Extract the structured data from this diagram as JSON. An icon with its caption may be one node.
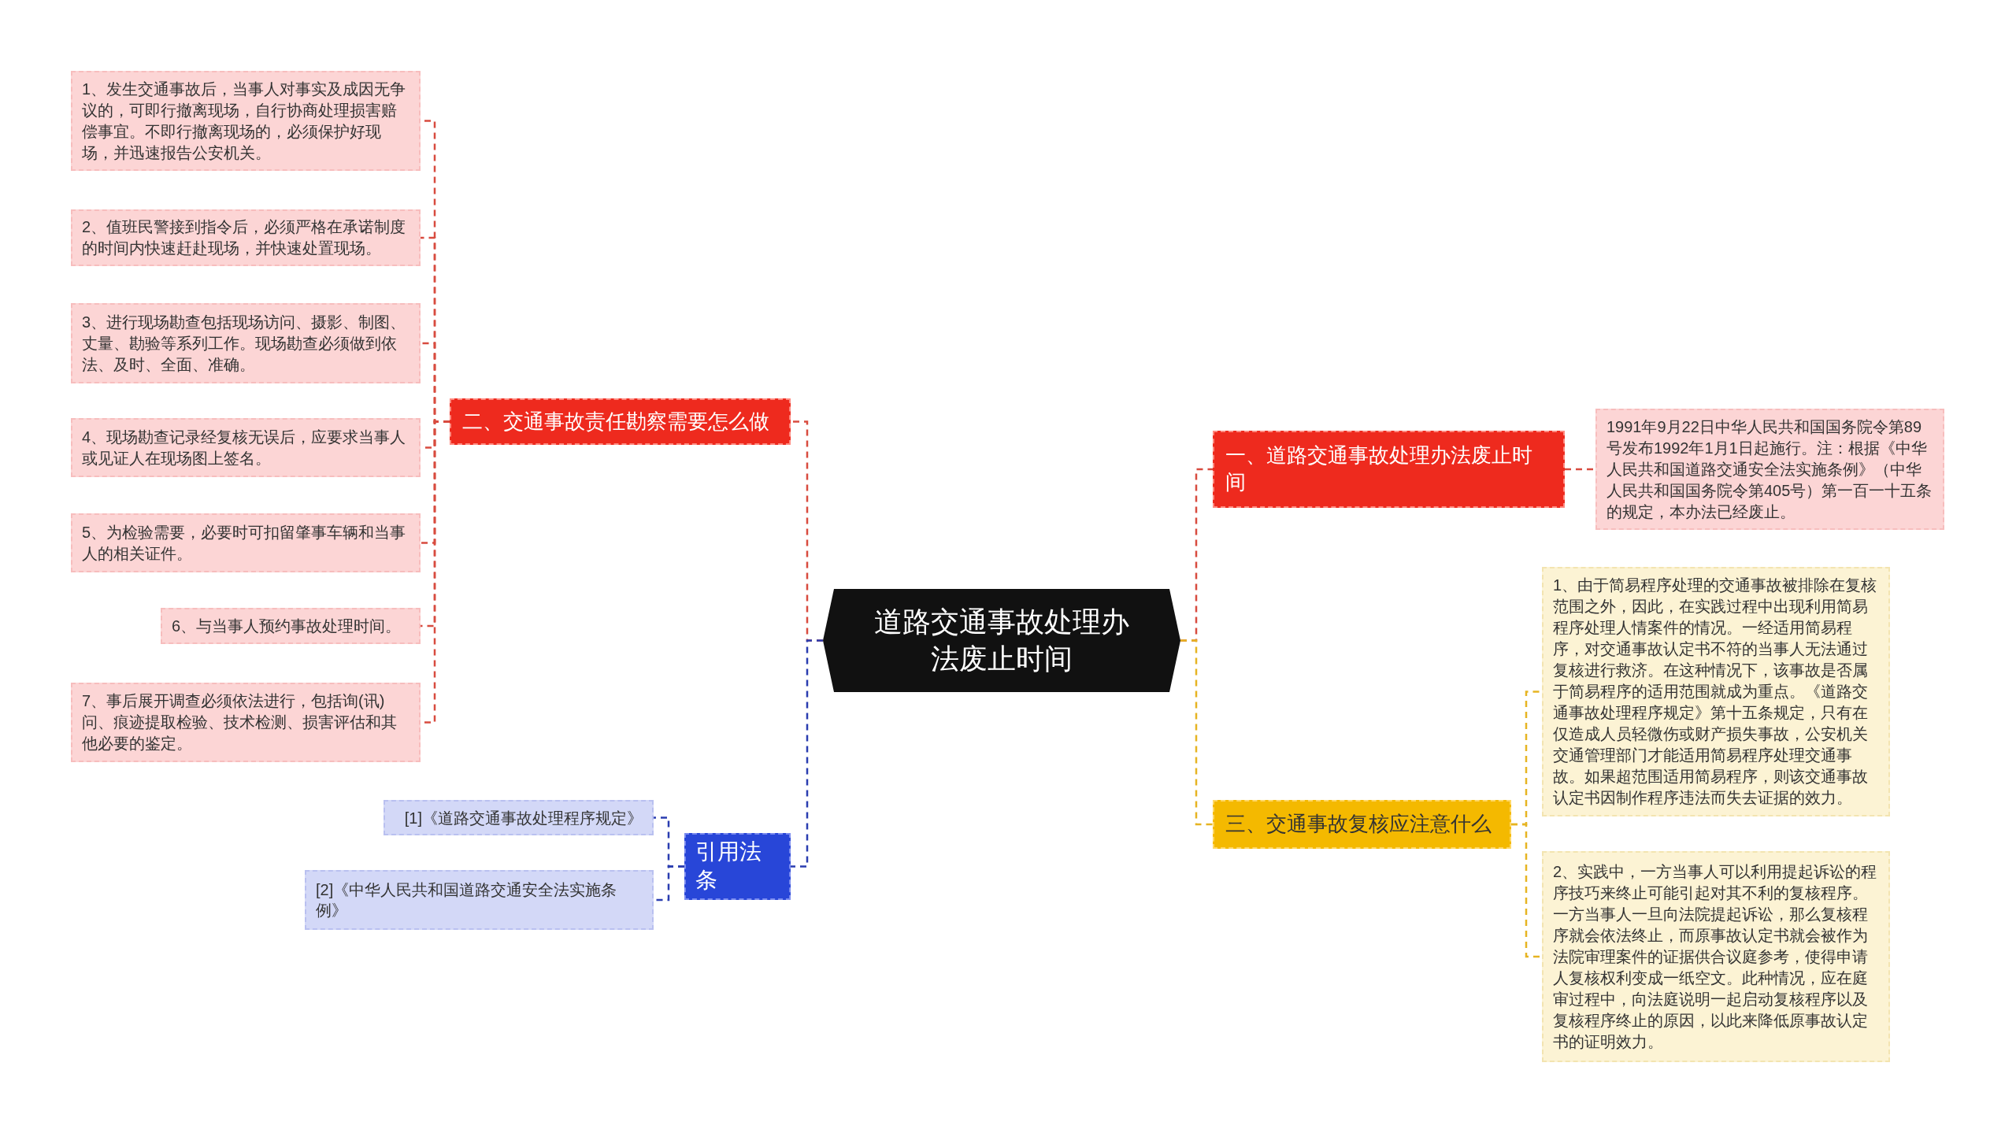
{
  "diagram": {
    "nodes": [
      {
        "text": [
          "道路交通事故处理办法废止时间"
        ]
      },
      {
        "text": [
          "一、道路交通事故处理办法废止时间"
        ]
      },
      {
        "text": [
          "1991年9月22日中华人民共和国国务院令第89号发布1992年1月1日起施行。注：根据《中华人民共和国道路交通安全法实施条例》（中华人民共和国国务院令第405号）第一百一十五条的规定，本办法已经废止。"
        ]
      },
      {
        "text": [
          "三、交通事故复核应注意什么"
        ]
      },
      {
        "text": [
          "1、由于简易程序处理的交通事故被排除在复核范围之外，因此，在实践过程中出现利用简易程序处理人情案件的情况。一经适用简易程序，对交通事故认定书不符的当事人无法通过复核进行救济。在这种情况下，该事故是否属于简易程序的适用范围就成为重点。《道路交通事故处理程序规定》第十五条规定，只有在仅造成人员轻微伤或财产损失事故，公安机关交通管理部门才能适用简易程序处理交通事故。如果超范围适用简易程序，则该交通事故认定书因制作程序违法而失去证据的效力。"
        ]
      },
      {
        "text": [
          "2、实践中，一方当事人可以利用提起诉讼的程序技巧来终止可能引起对其不利的复核程序。一方当事人一旦向法院提起诉讼，那么复核程序就会依法终止，而原事故认定书就会被作为法院审理案件的证据供合议庭参考，使得申请人复核权利变成一纸空文。此种情况，应在庭审过程中，向法庭说明一起启动复核程序以及复核程序终止的原因，以此来降低原事故认定书的证明效力。"
        ]
      },
      {
        "text": [
          "二、交通事故责任勘察需要怎么做"
        ]
      },
      {
        "text": [
          "1、发生交通事故后，当事人对事实及成因无争议的，可即行撤离现场，自行协商处理损害赔偿事宜。不即行撤离现场的，必须保护好现场，并迅速报告公安机关。"
        ]
      },
      {
        "text": [
          "2、值班民警接到指令后，必须严格在承诺制度的时间内快速赶赴现场，并快速处置现场。"
        ]
      },
      {
        "text": [
          "3、进行现场勘查包括现场访问、摄影、制图、丈量、勘验等系列工作。现场勘查必须做到依法、及时、全面、准确。"
        ]
      },
      {
        "text": [
          "4、现场勘查记录经复核无误后，应要求当事人或见证人在现场图上签名。"
        ]
      },
      {
        "text": [
          "5、为检验需要，必要时可扣留肇事车辆和当事人的相关证件。"
        ]
      },
      {
        "text": [
          "6、与当事人预约事故处理时间。"
        ]
      },
      {
        "text": [
          "7、事后展开调查必须依法进行，包括询(讯)问、痕迹提取检验、技术检测、损害评估和其他必要的鉴定。"
        ]
      },
      {
        "text": [
          "引用法条"
        ]
      },
      {
        "text": [
          "[1]《道路交通事故处理程序规定》"
        ]
      },
      {
        "text": [
          "[2]《中华人民共和国道路交通安全法实施条例》"
        ]
      }
    ],
    "edges": [
      {
        "from": 0,
        "to": 1,
        "arrow": "none",
        "style": "dashed"
      },
      {
        "from": 1,
        "to": 2,
        "arrow": "none",
        "style": "dashed"
      },
      {
        "from": 0,
        "to": 3,
        "arrow": "none",
        "style": "dashed",
        "color": "#e6b422"
      },
      {
        "from": 3,
        "to": 4,
        "arrow": "none",
        "style": "dashed",
        "color": "#e6b422"
      },
      {
        "from": 3,
        "to": 5,
        "arrow": "none",
        "style": "dashed",
        "color": "#e6b422"
      },
      {
        "from": 0,
        "to": 6,
        "arrow": "none",
        "style": "dashed"
      },
      {
        "from": 6,
        "to": 7,
        "arrow": "none",
        "style": "dashed"
      },
      {
        "from": 6,
        "to": 8,
        "arrow": "none",
        "style": "dashed"
      },
      {
        "from": 6,
        "to": 9,
        "arrow": "none",
        "style": "dashed"
      },
      {
        "from": 6,
        "to": 10,
        "arrow": "none",
        "style": "dashed"
      },
      {
        "from": 6,
        "to": 11,
        "arrow": "none",
        "style": "dashed"
      },
      {
        "from": 6,
        "to": 12,
        "arrow": "none",
        "style": "dashed"
      },
      {
        "from": 6,
        "to": 13,
        "arrow": "none",
        "style": "dashed"
      },
      {
        "from": 0,
        "to": 14,
        "arrow": "none",
        "style": "dashed",
        "color": "#2a3db0"
      },
      {
        "from": 14,
        "to": 15,
        "arrow": "none",
        "style": "dashed",
        "color": "#2a3db0"
      },
      {
        "from": 14,
        "to": 16,
        "arrow": "none",
        "style": "dashed",
        "color": "#2a3db0"
      }
    ]
  }
}
